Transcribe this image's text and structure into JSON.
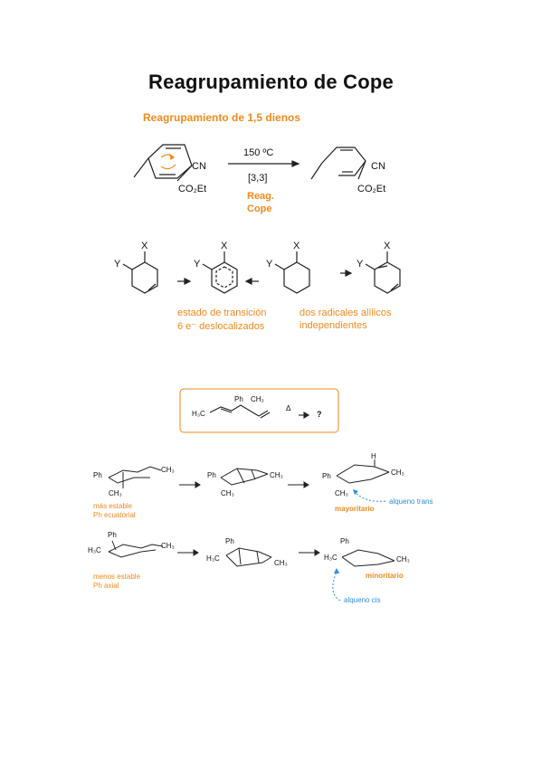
{
  "title": "Reagrupamiento de Cope",
  "section1": {
    "heading": "Reagrupamiento de 1,5 dienos",
    "conditions_temp": "150 ºC",
    "conditions_type": "[3,3]",
    "reaction_label_line1": "Reag.",
    "reaction_label_line2": "Cope",
    "reactant_group_top": "CN",
    "reactant_group_bottom": "CO₂Et",
    "product_group_top": "CN",
    "product_group_bottom": "CO₂Et"
  },
  "section2": {
    "label_x": "X",
    "label_y": "Y",
    "caption_left_line1": "estado de transición",
    "caption_left_line2": "6 e⁻ deslocalizados",
    "caption_right_line1": "dos radicales alílicos",
    "caption_right_line2": "independientes"
  },
  "section3": {
    "box_start": "H₃C",
    "box_ph": "Ph",
    "box_ch3": "CH₃",
    "box_delta": "Δ",
    "box_result": "?",
    "row1_ph": "Ph",
    "row1_ch3_a": "CH₃",
    "row1_ch3_b": "CH₃",
    "row1_caption_line1": "más estable",
    "row1_caption_line2": "Ph ecuatorial",
    "row1_mid_ph": "Ph",
    "row1_mid_ch3_a": "CH₃",
    "row1_mid_ch3_b": "CH₃",
    "row1_prod_h": "H",
    "row1_prod_ph": "Ph",
    "row1_prod_ch3_a": "CH₃",
    "row1_prod_ch3_b": "CH₃",
    "row1_prod_label": "mayoritario",
    "row1_annotation": "alqueno trans",
    "row2_ph": "Ph",
    "row2_h3c": "H₃C",
    "row2_ch3": "CH₃",
    "row2_caption_line1": "menos estable",
    "row2_caption_line2": "Ph axial",
    "row2_mid_ph": "Ph",
    "row2_mid_h3c": "H₃C",
    "row2_mid_ch3": "CH₃",
    "row2_prod_ph": "Ph",
    "row2_prod_h3c": "H₃C",
    "row2_prod_ch3": "CH₃",
    "row2_prod_label": "minoritario",
    "row2_annotation": "alqueno cis"
  },
  "colors": {
    "accent": "#f28a1c",
    "annotation": "#2f8ed8",
    "text": "#111111"
  }
}
